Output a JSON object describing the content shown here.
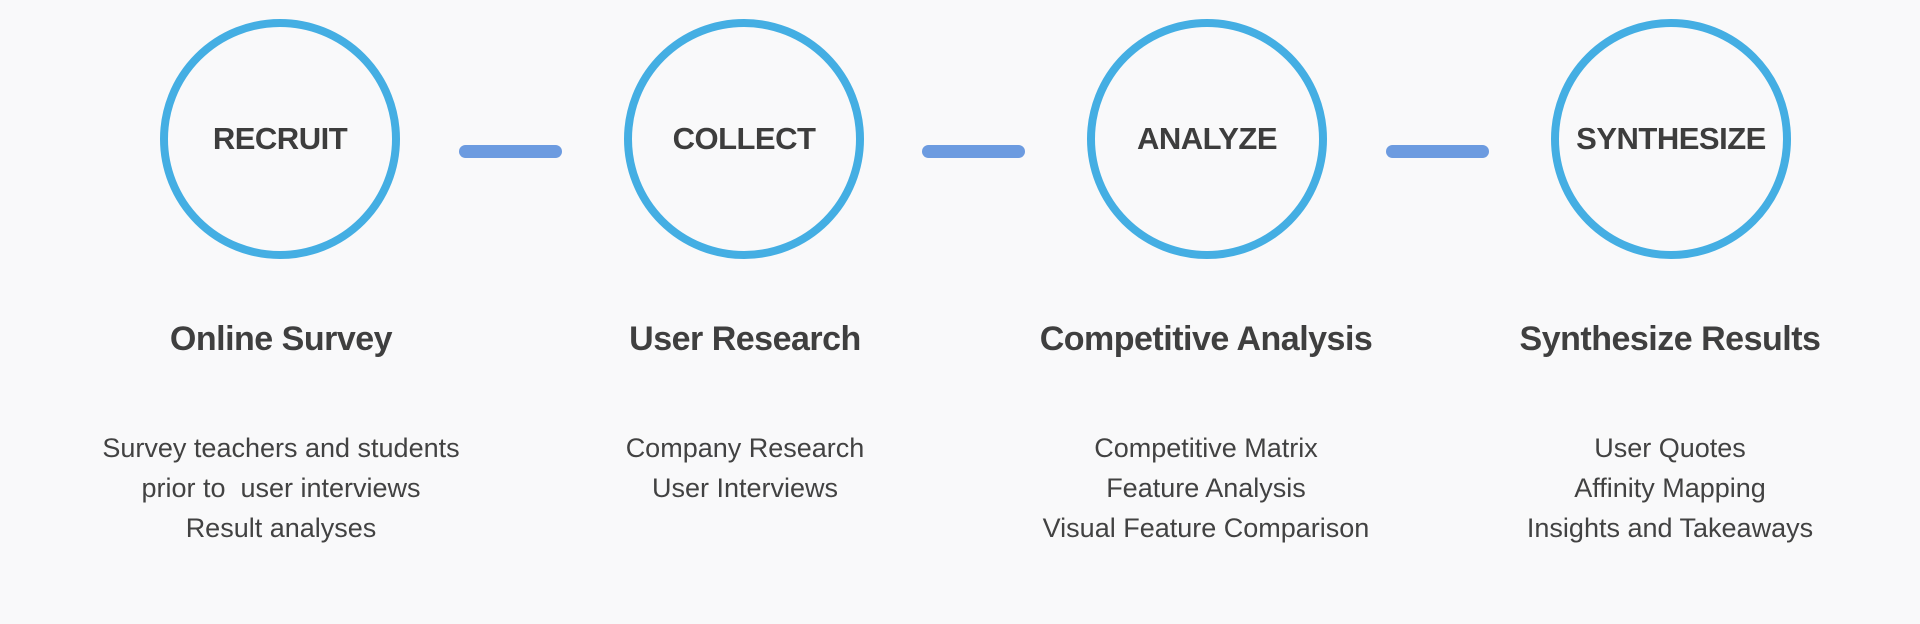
{
  "colors": {
    "background": "#f9f9fa",
    "circle_stroke": "#44aee3",
    "connector": "#6c9be0",
    "text": "#3f3f3f"
  },
  "steps": [
    {
      "label": "RECRUIT",
      "title": "Online Survey",
      "details": [
        "Survey teachers and students",
        "prior to  user interviews",
        "Result analyses"
      ]
    },
    {
      "label": "COLLECT",
      "title": "User Research",
      "details": [
        "Company Research",
        "User Interviews"
      ]
    },
    {
      "label": "ANALYZE",
      "title": "Competitive Analysis",
      "details": [
        "Competitive Matrix",
        "Feature Analysis",
        "Visual Feature Comparison"
      ]
    },
    {
      "label": "SYNTHESIZE",
      "title": "Synthesize Results",
      "details": [
        "User Quotes",
        "Affinity Mapping",
        "Insights and Takeaways"
      ]
    }
  ]
}
